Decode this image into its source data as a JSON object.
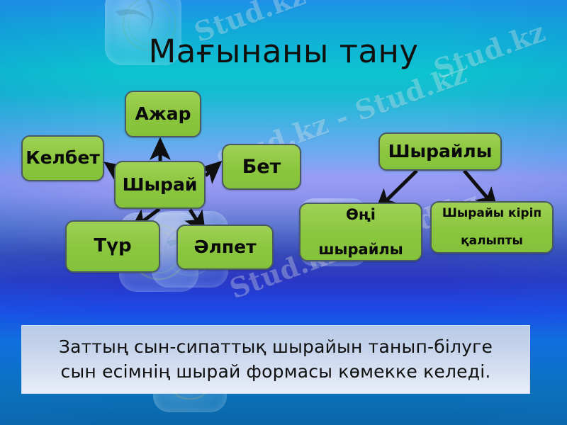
{
  "slide": {
    "title": "Мағынаны тану",
    "background_colors": {
      "top_blue": "#1e90e8",
      "teal": "#0cc4cf",
      "periwinkle": "#9a9cf4",
      "deep_blue": "#2a36c4",
      "bright_blue": "#1c49e8",
      "bottom_blue": "#0a66a8"
    }
  },
  "diagram": {
    "node_fill": "#8cc63f",
    "node_border": "#4a5a63",
    "arrow_color": "#111111",
    "left_cluster": {
      "center": {
        "id": "shyray",
        "label": "Шырай"
      },
      "branches": [
        {
          "id": "azhar",
          "label": "Ажар",
          "direction": "up"
        },
        {
          "id": "kelbet",
          "label": "Келбет",
          "direction": "up-left"
        },
        {
          "id": "bet",
          "label": "Бет",
          "direction": "up-right"
        },
        {
          "id": "tur",
          "label": "Түр",
          "direction": "down-left"
        },
        {
          "id": "alpet",
          "label": "Әлпет",
          "direction": "down-right"
        }
      ]
    },
    "right_cluster": {
      "center": {
        "id": "shyrayly",
        "label": "Шырайлы"
      },
      "branches": [
        {
          "id": "ongi",
          "label": "Өңі\nшырайлы",
          "line1": "Өңі",
          "line2": "шырайлы",
          "direction": "down-left"
        },
        {
          "id": "kirip",
          "label": "Шырайы кіріп қалыпты",
          "line1": "Шырайы кіріп",
          "line2": "қалыпты",
          "direction": "down-right"
        }
      ]
    }
  },
  "caption": {
    "line1": "Заттың сын-сипаттық шырайын танып-білуге",
    "line2": "сын есімнің шырай формасы көмекке келеді.",
    "full_text": "Заттың сын-сипаттық шырайын танып-білуге сын есімнің шырай формасы көмекке келеді."
  },
  "watermarks": {
    "text": "Stud.kz - Stud.kz",
    "short_text": "Stud.kz",
    "color": "rgba(255,255,255,0.30)"
  }
}
